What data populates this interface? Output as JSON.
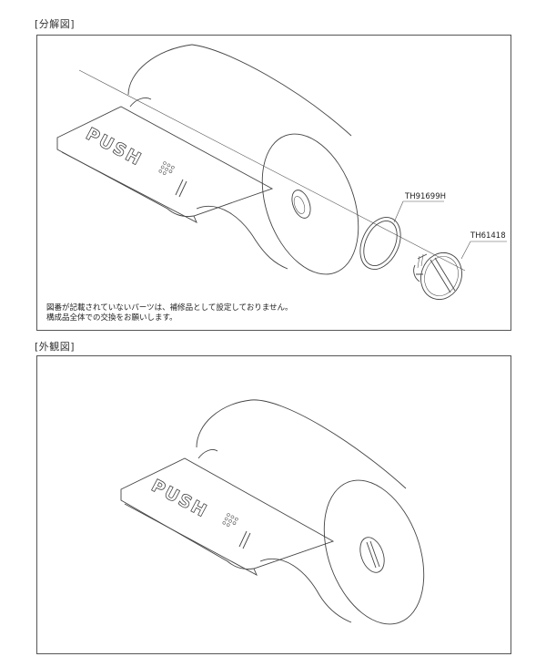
{
  "exploded_view": {
    "title": "[分解図]",
    "parts": [
      {
        "code": "TH91699H"
      },
      {
        "code": "TH61418"
      }
    ],
    "note_line1": "図番が記載されていないパーツは、補修品として設定しておりません。",
    "note_line2": "構成品全体での交換をお願いします。"
  },
  "exterior_view": {
    "title": "[外観図]"
  },
  "product_embossing": "PUSH"
}
